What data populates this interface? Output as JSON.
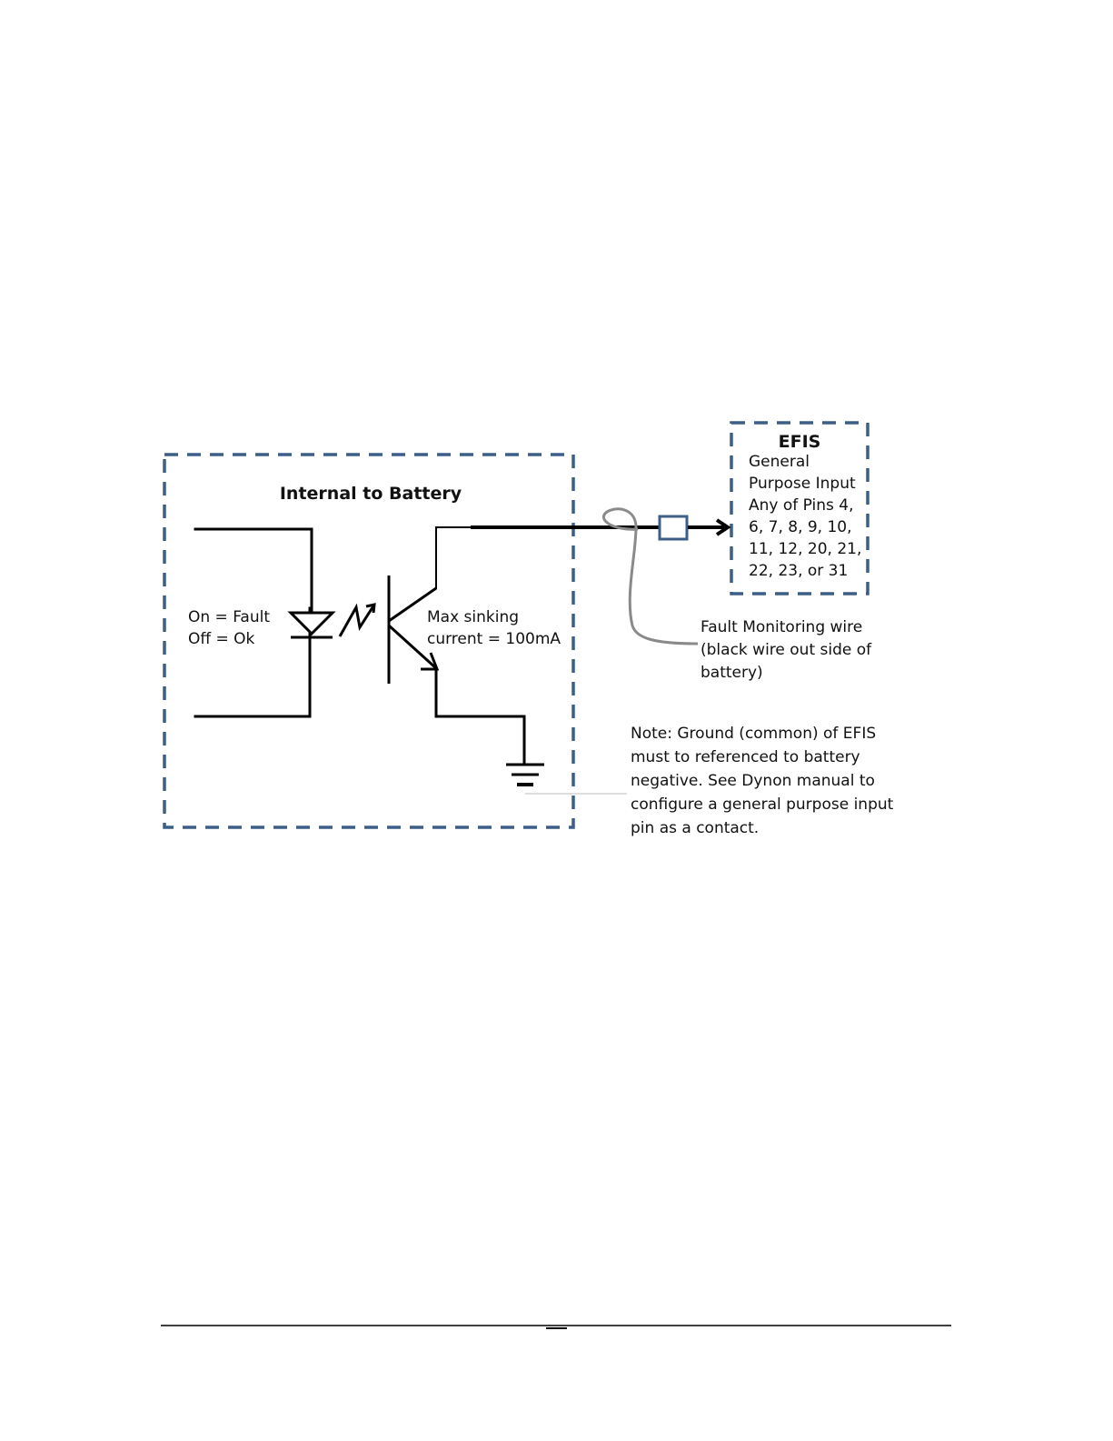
{
  "battery_box": {
    "title": "Internal to Battery"
  },
  "led": {
    "line1": "On = Fault",
    "line2": "Off = Ok"
  },
  "transistor": {
    "line1": "Max sinking",
    "line2": "current = 100mA"
  },
  "efis": {
    "title": "EFIS",
    "lines": [
      "General",
      "Purpose Input",
      "Any of Pins 4,",
      "6, 7, 8, 9, 10,",
      "11, 12, 20, 21,",
      "22, 23, or 31"
    ]
  },
  "fault_wire": {
    "lines": [
      "Fault Monitoring wire",
      "(black wire out side of",
      "battery)"
    ]
  },
  "note": {
    "lines": [
      "Note: Ground (common) of EFIS",
      "must to referenced to battery",
      "negative.  See Dynon manual to",
      "configure a general purpose input",
      "pin as a contact."
    ]
  },
  "colors": {
    "box_border": "#3d5f87",
    "wire": "#000000",
    "monitor_wire": "#8a8a8a",
    "connector": "#3d5f87"
  }
}
